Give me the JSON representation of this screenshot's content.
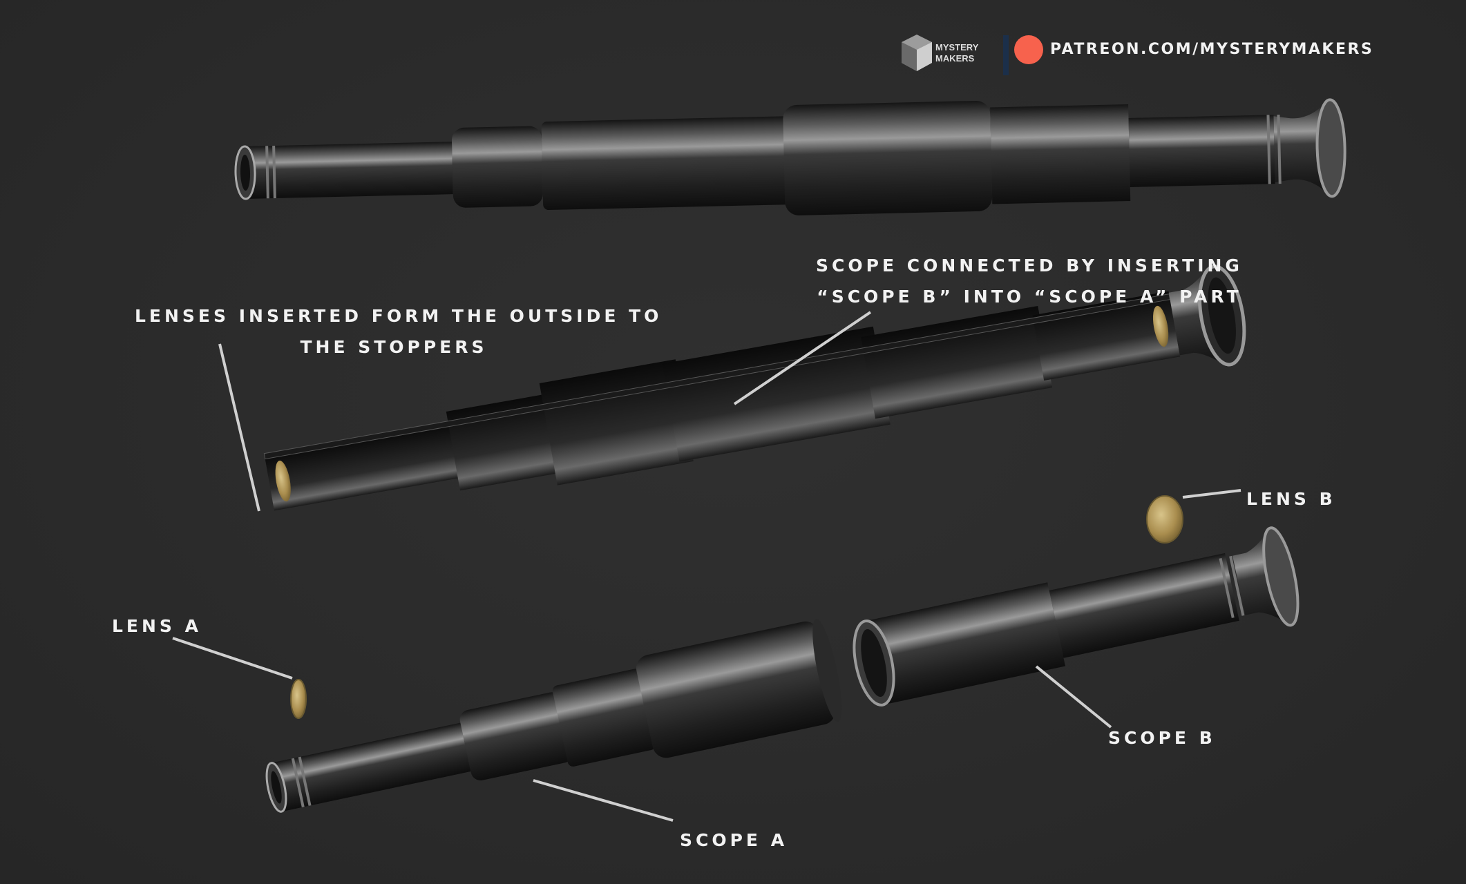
{
  "brand": {
    "logo_line1": "MYSTERY",
    "logo_line2": "MAKERS",
    "patreon_url": "PATREON.COM/MYSTERYMAKERS",
    "patreon_color": "#f7624d"
  },
  "annotations": {
    "lenses_line1": "LENSES INSERTED FORM THE OUTSIDE TO",
    "lenses_line2": "THE  STOPPERS",
    "scope_connect_line1": "SCOPE CONNECTED BY INSERTING",
    "scope_connect_line2": "“SCOPE B” INTO “SCOPE A” PART",
    "lens_a": "LENS A",
    "lens_b": "LENS B",
    "scope_a": "SCOPE A",
    "scope_b": "SCOPE B"
  },
  "colors": {
    "background": "#2b2b2b",
    "metal_dark": "#1c1c1c",
    "metal_light": "#8a8a8a",
    "lens": "#b59a5a",
    "leader_line": "#d0d0d0"
  }
}
